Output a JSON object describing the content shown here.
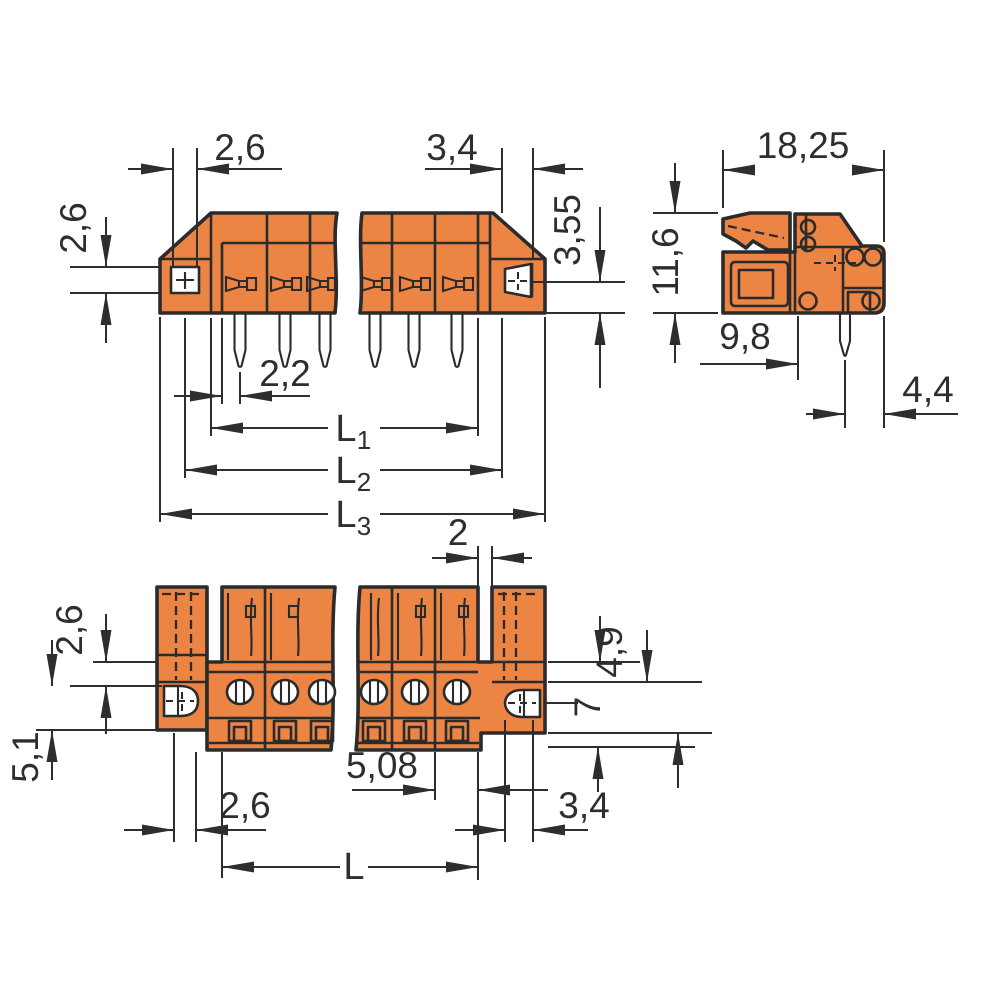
{
  "colors": {
    "body_fill": "#EC8444",
    "pin_fill": "#F2C79E",
    "hole_fill": "#FFFFFF",
    "line": "#2E2E2E",
    "background": "#FFFFFF"
  },
  "views": {
    "side": {
      "dims": {
        "flange_left": "2,6",
        "flange_right": "3,4",
        "height_left": "2,6",
        "height_right": "3,55",
        "pin_offset": "2,2",
        "l1": "L",
        "l1_sub": "1",
        "l2": "L",
        "l2_sub": "2",
        "l3": "L",
        "l3_sub": "3"
      }
    },
    "profile": {
      "dims": {
        "width": "18,25",
        "height": "11,6",
        "front_depth": "9,8",
        "pin_to_edge": "4,4"
      }
    },
    "front": {
      "dims": {
        "gap": "2",
        "left_upper": "2,6",
        "left_lower": "5,1",
        "right_upper": "4,9",
        "right_lower": "7",
        "pitch": "5,08",
        "bottom_left": "2,6",
        "bottom_right": "3,4",
        "length": "L"
      }
    }
  }
}
